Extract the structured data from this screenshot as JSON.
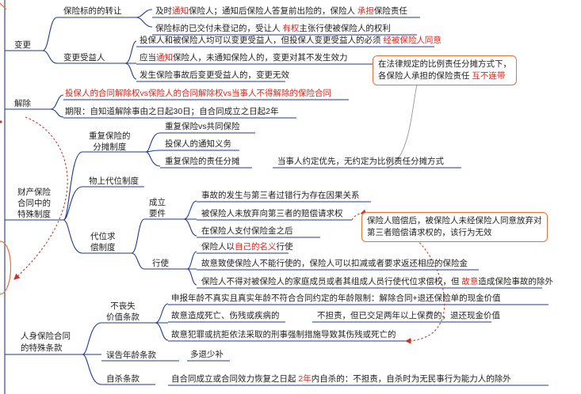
{
  "colors": {
    "line": "#1f3a93",
    "accent": "#e0241b",
    "box_border": "#e8703a",
    "arrow": "#c0392b"
  },
  "nodes": {
    "biangeng": "变更",
    "jiechu": "解除",
    "caichan_l1": "财产保险",
    "caichan_l2": "合同中的",
    "caichan_l3": "特殊制度",
    "renshen_l1": "人身保险合同",
    "renshen_l2": "的特殊条款",
    "bdwzr": "保险标的的转让",
    "bgsyr": "变更受益人",
    "cfbx_l1": "重复保险的",
    "cfbx_l2": "分摊制度",
    "wsdw": "物上代位制度",
    "dwq_l1": "代位求",
    "dwq_l2": "偿制度",
    "cl_l1": "成立",
    "cl_l2": "要件",
    "xingshi": "行使",
    "bsj_l1": "不丧失",
    "bsj_l2": "价值条款",
    "wbnl": "误告年龄条款",
    "zsk": "自杀条款"
  },
  "leaves": {
    "bd1": {
      "a": "及时",
      "b": "通知",
      "c": "保险人；通知后保险人答复前出险的，保险人 ",
      "d": "承担",
      "e": "保险责任"
    },
    "bd2": {
      "a": "保险标的已交付未登记的，受让人 ",
      "b": "有权",
      "c": "主张行使被保险人的权利"
    },
    "bg1": {
      "a": "投保人和被保险人均可以变更受益人，但投保人变更受益人的必须 ",
      "b": "经被保险人同意"
    },
    "bg2": {
      "a": "应当",
      "b": "通知",
      "c": "保险人，未通知保险人的，变更对其不发生效力"
    },
    "bg3": "发生保险事故后变更受益人的，变更无效",
    "jc1": "投保人的合同解除权vs保险人的合同解除权vs当事人不得解除的保险合同",
    "jc2": "期限：自知道解除事由之日起30日；自合同成立之日起2年",
    "cf1": "重复保险vs共同保险",
    "cf2": "投保人的通知义务",
    "cf3": "重复保险的责任分摊",
    "cf3b": "当事人约定优先，无约定为比例责任分摊方式",
    "cl1": "事故的发生与第三者过错行为存在因果关系",
    "cl2": "被保险人未放弃向第三者的赔偿请求权",
    "cl3": "在保险人支付保险金之后",
    "xs1": {
      "a": "保险人以",
      "b": "自己的名义",
      "c": "行使"
    },
    "xs2": "故意致使保险人不能行使的，保险人可以扣减或者要求返还相应的保险金",
    "xs3": {
      "a": "保险人不得对被保险人的家庭成员或者其组成人员行使代位求偿权，但 ",
      "b": "故意",
      "c": "造成保险事故的除外"
    },
    "bs1": "申报年龄不真实且真实年龄不符合合同约定的年龄限制：解除合同+退还保险单的现金价值",
    "bs2a": "故意造成死亡、伤残或疾病的",
    "bs2b": "不担责，但已交足两年以上保费的，退还现金价值",
    "bs3": "故意犯罪或抗拒依法采取的刑事强制措施导致其伤残或死亡的",
    "wb1": "多退少补",
    "zs1": {
      "a": "自合同成立或合同效力恢复之日起 ",
      "b": "2年",
      "c": "内自杀的：不担责，自杀时为无民事行为能力人的除外"
    }
  },
  "notes": {
    "note1_l1": "在法律规定的比例责任分摊方式下，",
    "note1_l2a": "各保险人承担的保险责任 ",
    "note1_l2b": "互不连带",
    "note2_l1": "保险人赔偿后，被保险人未经保险人同意放弃对",
    "note2_l2": "第三者赔偿请求权的，该行为无效"
  }
}
